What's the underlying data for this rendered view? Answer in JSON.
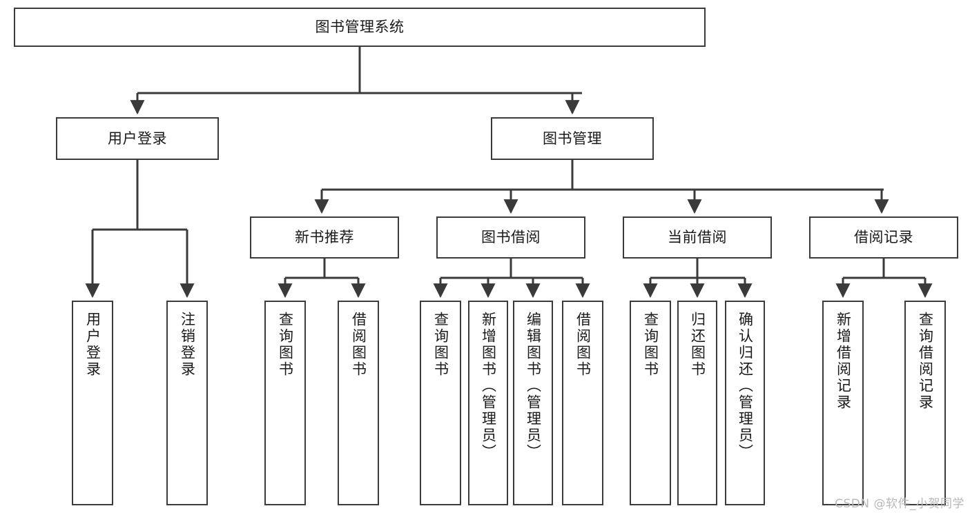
{
  "diagram": {
    "title": "图书管理系统",
    "type": "tree",
    "watermark": "CSDN @软件_小贺同学",
    "colors": {
      "box_border": "#3a3a3a",
      "box_fill": "#ffffff",
      "connector": "#3a3a3a",
      "text": "#1a1a1a",
      "watermark": "#b8b8b8"
    }
  },
  "nodes": {
    "root": {
      "label": "图书管理系统"
    },
    "level2": [
      {
        "label": "用户登录"
      },
      {
        "label": "图书管理"
      }
    ],
    "level3": [
      {
        "label": "新书推荐"
      },
      {
        "label": "图书借阅"
      },
      {
        "label": "当前借阅"
      },
      {
        "label": "借阅记录"
      }
    ],
    "leaves": {
      "user_login": [
        {
          "label": "用户登录"
        },
        {
          "label": "注销登录"
        }
      ],
      "new_book_recommend": [
        {
          "label": "查询图书"
        },
        {
          "label": "借阅图书"
        }
      ],
      "book_borrow": [
        {
          "label": "查询图书"
        },
        {
          "label": "新增图书（管理员）"
        },
        {
          "label": "编辑图书（管理员）"
        },
        {
          "label": "借阅图书"
        }
      ],
      "current_borrow": [
        {
          "label": "查询图书"
        },
        {
          "label": "归还图书"
        },
        {
          "label": "确认归还（管理员）"
        }
      ],
      "borrow_record": [
        {
          "label": "新增借阅记录"
        },
        {
          "label": "查询借阅记录"
        }
      ]
    }
  }
}
